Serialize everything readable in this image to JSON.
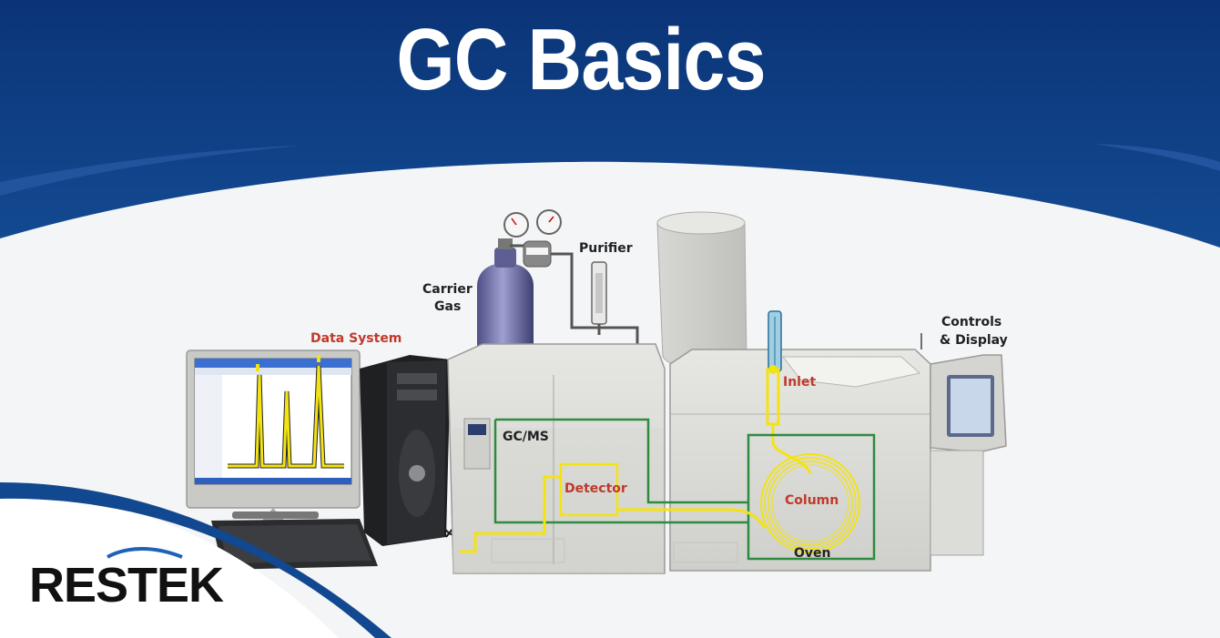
{
  "header": {
    "title": "GC Basics"
  },
  "labels": {
    "purifier": "Purifier",
    "carrier_gas_line1": "Carrier",
    "carrier_gas_line2": "Gas",
    "data_system": "Data System",
    "controls_line1": "Controls",
    "controls_line2": "& Display",
    "inlet": "Inlet",
    "gcms": "GC/MS",
    "detector": "Detector",
    "column": "Column",
    "oven": "Oven"
  },
  "logo": {
    "text": "RESTEK"
  },
  "colors": {
    "banner_blue": "#0e3c82",
    "flow_yellow": "#f3e313",
    "oven_green": "#2e8b3e",
    "label_red": "#c0392b"
  }
}
